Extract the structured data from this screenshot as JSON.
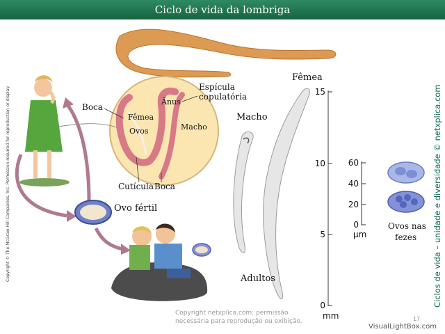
{
  "header": {
    "title": "Ciclo de vida da lombriga"
  },
  "copyright_vertical": "Copyright © The McGraw-Hill Companies, Inc. Permission required for reproduction or display.",
  "labels": {
    "boca_left": "Boca",
    "femea_inner": "Fêmea",
    "ovos_inner": "Ovos",
    "anus": "Ânus",
    "espicula_line1": "Espícula",
    "espicula_line2": "copulatória",
    "macho_inner": "Macho",
    "cuticula": "Cutícula",
    "boca_bottom": "Boca",
    "ovo_fertil": "Ovo fértil",
    "macho": "Macho",
    "femea": "Fêmea",
    "adultos": "Adultos",
    "ovos_nas_line1": "Ovos nas",
    "ovos_nas_line2": "fezes"
  },
  "scale_mm": {
    "ticks": [
      "15",
      "10",
      "5",
      "0"
    ],
    "unit": "mm"
  },
  "scale_um": {
    "ticks": [
      "60",
      "40",
      "20",
      "0"
    ],
    "unit": "µm"
  },
  "side_text": "Ciclos de vida – unidade e diversidade © netxplica.com",
  "watermark": {
    "line1": "Copyright netxplica.com: permissão",
    "line2": "necessária para reprodução ou exibição."
  },
  "page_number": "17",
  "footer_brand": "VisualLightBox.com",
  "colors": {
    "title_bar": "#1f7a52",
    "side_text": "#0f6b55",
    "arrow": "#b07a8e",
    "worm": "#d9954a"
  }
}
